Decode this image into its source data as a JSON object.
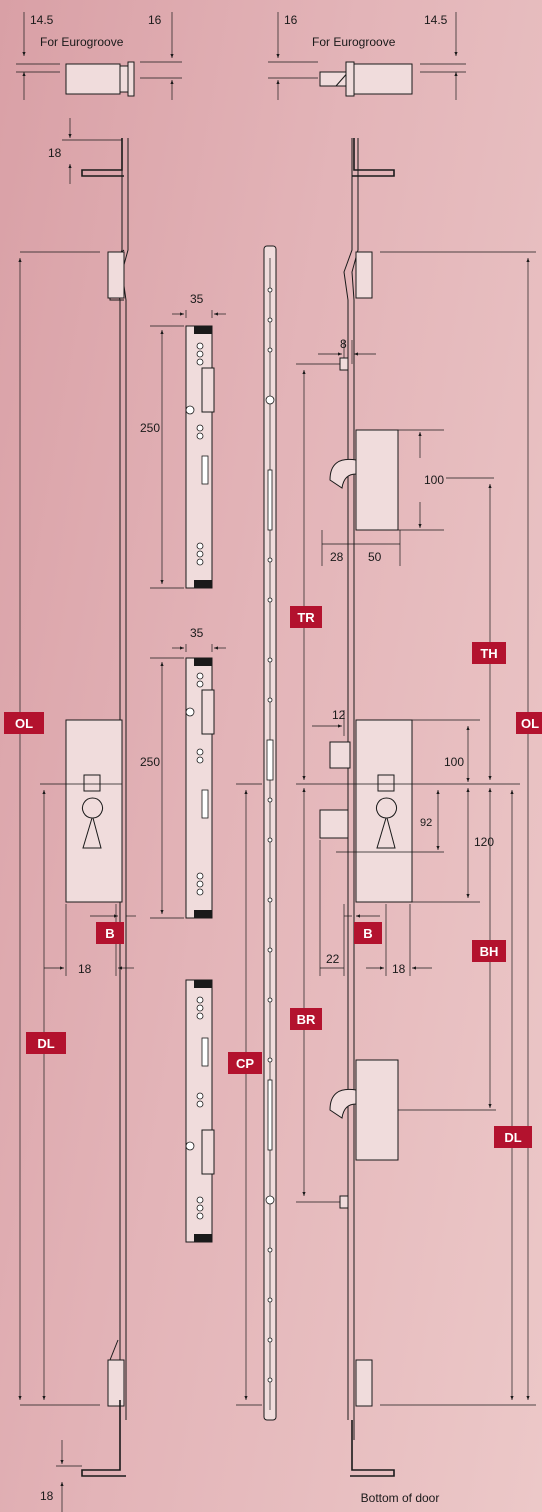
{
  "top_note_left": "For Eurogroove",
  "top_note_right": "For Eurogroove",
  "bottom_note": "Bottom of door",
  "dims": {
    "d14_5_left": "14.5",
    "d16_left": "16",
    "d16_right": "16",
    "d14_5_right": "14.5",
    "d18_top": "18",
    "d18_bottom": "18",
    "d35_a": "35",
    "d250_a": "250",
    "d35_b": "35",
    "d250_b": "250",
    "d8": "8",
    "d100_top": "100",
    "d28": "28",
    "d50": "50",
    "d12": "12",
    "d100_case": "100",
    "d92": "92",
    "d120": "120",
    "d22": "22",
    "d18_left_b": "18",
    "d18_right_b": "18"
  },
  "badges": {
    "ol_left": "OL",
    "ol_right": "OL",
    "b_left": "B",
    "b_right": "B",
    "dl_left": "DL",
    "dl_right": "DL",
    "tr": "TR",
    "br": "BR",
    "cp": "CP",
    "th": "TH",
    "bh": "BH"
  },
  "colors": {
    "badge": "#b3122e",
    "background": "#e3b4b8"
  }
}
